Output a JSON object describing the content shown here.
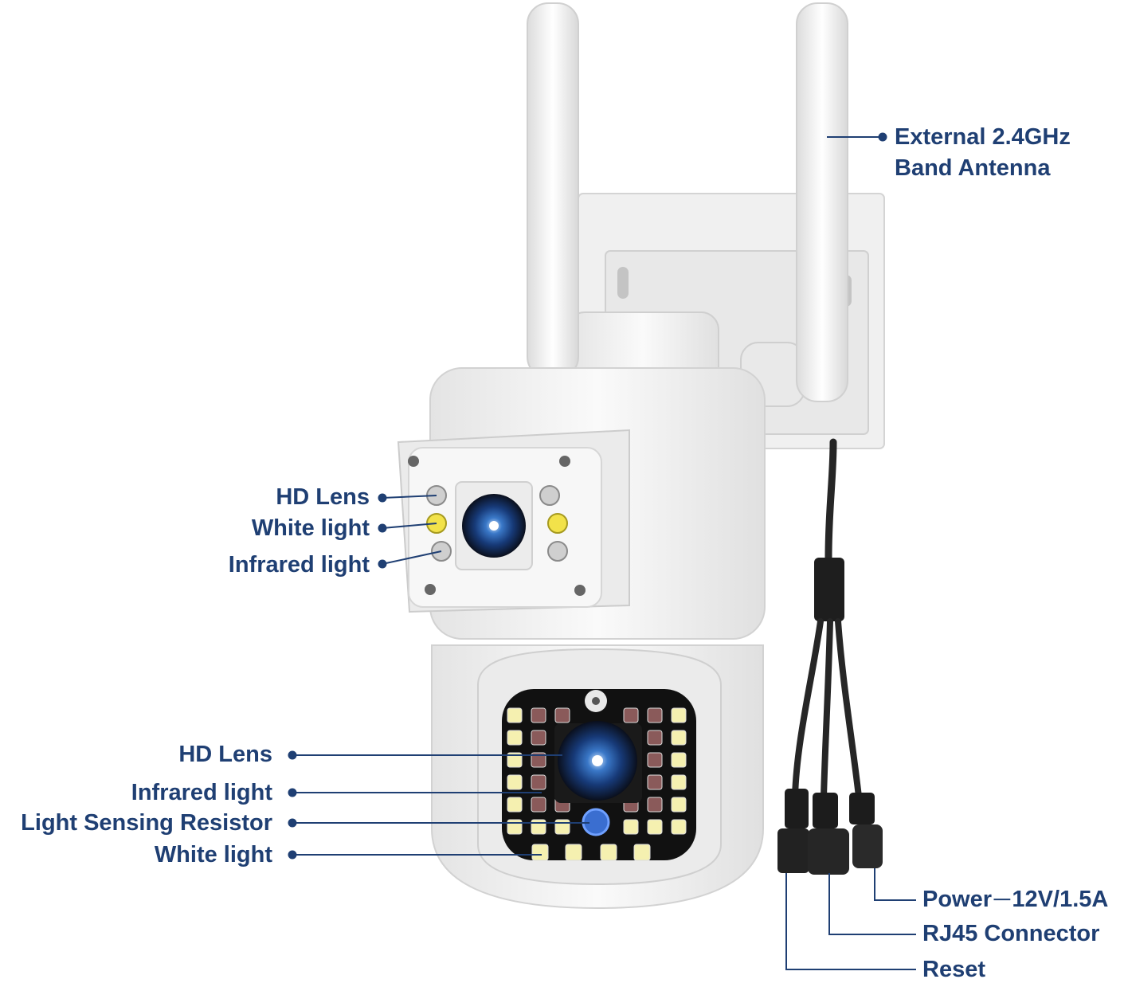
{
  "labels": {
    "antenna": [
      "External 2.4GHz",
      "Band Antenna"
    ],
    "top_hd_lens": "HD Lens",
    "top_white_light": "White light",
    "top_infrared_light": "Infrared light",
    "bottom_hd_lens": "HD Lens",
    "bottom_infrared_light": "Infrared light",
    "light_sensing_resistor": "Light Sensing Resistor",
    "bottom_white_light": "White light",
    "power": "Power ─ 12V/1.5A",
    "rj45": "RJ45 Connector",
    "reset": "Reset"
  },
  "colors": {
    "label_text": "#1f3f73",
    "leader_line": "#1f3f73",
    "camera_body": "#f2f2f2",
    "antenna": "#f4f4f4",
    "cable": "#2a2a2a",
    "lens": "#1d4e9a",
    "white_led": "#f5e94a",
    "ir_led": "#9a6a6a"
  }
}
